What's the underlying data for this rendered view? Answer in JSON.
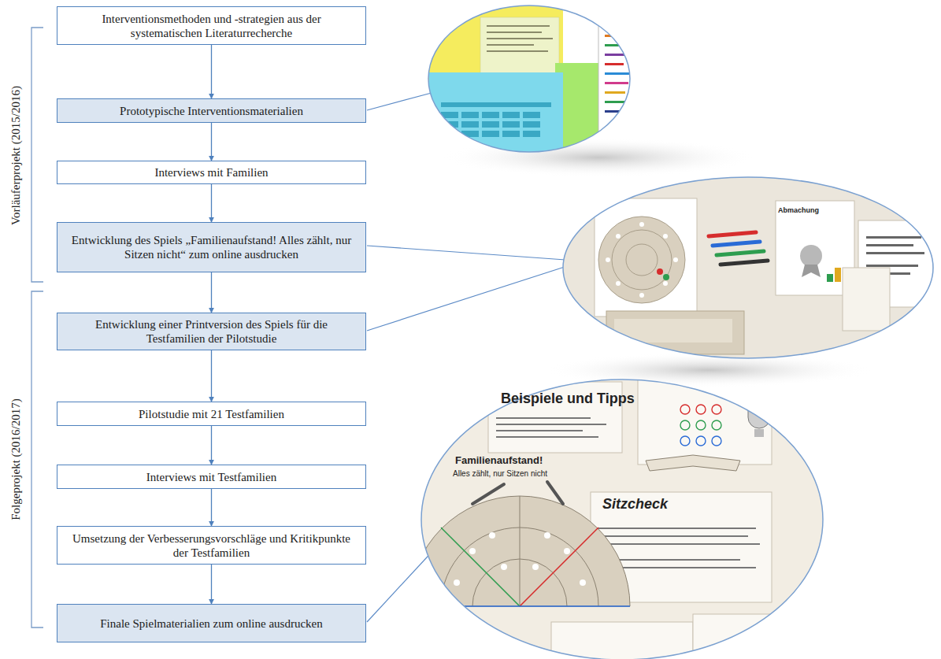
{
  "diagram": {
    "nodes": [
      {
        "text": [
          "Interventionsmethoden und -strategien aus der systematischen Literaturrecherche"
        ]
      },
      {
        "text": [
          "Prototypische Interventionsmaterialien"
        ]
      },
      {
        "text": [
          "Interviews mit Familien"
        ]
      },
      {
        "text": [
          "Entwicklung des Spiels „Familienaufstand! Alles zählt, nur Sitzen nicht“ zum online ausdrucken"
        ]
      },
      {
        "text": [
          "Entwicklung einer Printversion des Spiels für die Testfamilien der Pilotstudie"
        ]
      },
      {
        "text": [
          "Pilotstudie mit 21 Testfamilien"
        ]
      },
      {
        "text": [
          "Interviews mit Testfamilien"
        ]
      },
      {
        "text": [
          "Umsetzung der Verbesserungsvorschläge und Kritikpunkte der Testfamilien"
        ]
      },
      {
        "text": [
          "Finale Spielmaterialien zum online ausdrucken"
        ]
      }
    ],
    "edges": [
      {
        "from": 0,
        "to": 1,
        "arrow": "to"
      },
      {
        "from": 1,
        "to": 2,
        "arrow": "to"
      },
      {
        "from": 2,
        "to": 3,
        "arrow": "to"
      },
      {
        "from": 3,
        "to": 4,
        "arrow": "to"
      },
      {
        "from": 4,
        "to": 5,
        "arrow": "to"
      },
      {
        "from": 5,
        "to": 6,
        "arrow": "to"
      },
      {
        "from": 6,
        "to": 7,
        "arrow": "to"
      },
      {
        "from": 7,
        "to": 8,
        "arrow": "to"
      }
    ],
    "labels": [
      "Vorläuferprojekt (2015/2016)",
      "Folgeprojekt (2016/2017)",
      "Familienaufstand!",
      "Alles zählt, nur Sitzen nicht",
      "Beispiele und Tipps",
      "Sitzcheck",
      "Abmachung"
    ]
  }
}
